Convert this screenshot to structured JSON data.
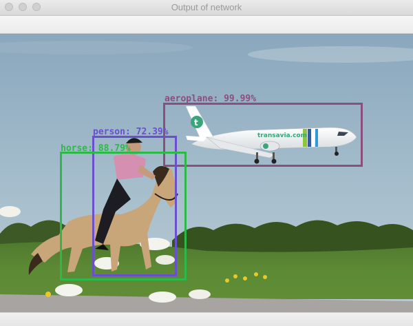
{
  "window": {
    "title": "Output of network"
  },
  "colors": {
    "airplane": "#8a4f7d",
    "person": "#6a4fcf",
    "horse": "#2fb84a"
  },
  "detections": [
    {
      "label": "aeroplane: 99.99%",
      "class": "airplane"
    },
    {
      "label": "person: 72.39%",
      "class": "person"
    },
    {
      "label": "horse: 88.79%",
      "class": "horse"
    }
  ],
  "airplane_livery": {
    "text": "transavia.com"
  }
}
